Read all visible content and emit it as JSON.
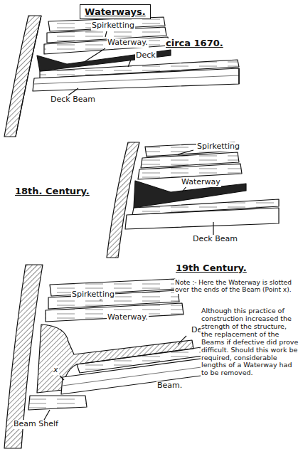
{
  "diagram": {
    "title": "Waterways.",
    "labels": [
      "circa 1670.",
      "Spirketting",
      "Waterway.",
      "Deck",
      "Deck Beam",
      "18th. Century.",
      "Spirketting",
      "Waterway",
      "Deck Beam",
      "19th Century.",
      "Spirketting",
      "Waterway.",
      "Deck",
      "Beam.",
      "Beam Shelf",
      "x",
      "Note :- Here the Waterway is slotted over the ends of the Beam (Point x).",
      "Although this practice of construction increased the strength of the structure, the replacement of the Beams if defective did prove difficult. Should this work be required, considerable lengths of a Waterway had to be removed."
    ]
  }
}
